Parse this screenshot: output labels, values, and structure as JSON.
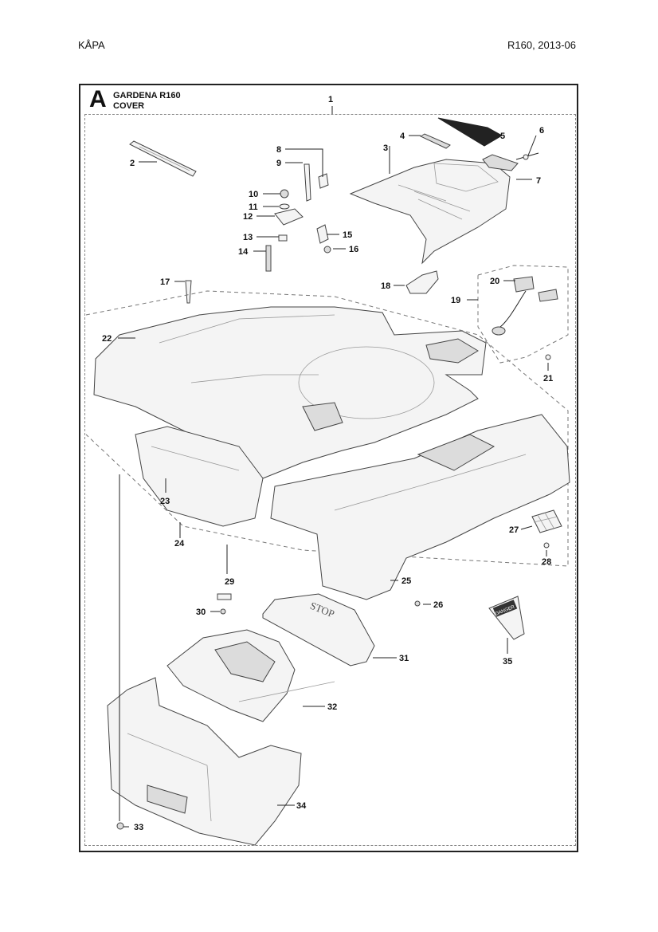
{
  "header": {
    "left": "KÅPA",
    "right": "R160, 2013-06"
  },
  "section": {
    "letter": "A",
    "model": "GARDENA R160",
    "name": "COVER"
  },
  "callouts": [
    {
      "id": "c1",
      "label": "1"
    },
    {
      "id": "c2",
      "label": "2"
    },
    {
      "id": "c3",
      "label": "3"
    },
    {
      "id": "c4",
      "label": "4"
    },
    {
      "id": "c5",
      "label": "5"
    },
    {
      "id": "c6",
      "label": "6"
    },
    {
      "id": "c7",
      "label": "7"
    },
    {
      "id": "c8",
      "label": "8"
    },
    {
      "id": "c9",
      "label": "9"
    },
    {
      "id": "c10",
      "label": "10"
    },
    {
      "id": "c11",
      "label": "11"
    },
    {
      "id": "c12",
      "label": "12"
    },
    {
      "id": "c13",
      "label": "13"
    },
    {
      "id": "c14",
      "label": "14"
    },
    {
      "id": "c15",
      "label": "15"
    },
    {
      "id": "c16",
      "label": "16"
    },
    {
      "id": "c17",
      "label": "17"
    },
    {
      "id": "c18",
      "label": "18"
    },
    {
      "id": "c19",
      "label": "19"
    },
    {
      "id": "c20",
      "label": "20"
    },
    {
      "id": "c21",
      "label": "21"
    },
    {
      "id": "c22",
      "label": "22"
    },
    {
      "id": "c23",
      "label": "23"
    },
    {
      "id": "c24",
      "label": "24"
    },
    {
      "id": "c25",
      "label": "25"
    },
    {
      "id": "c26",
      "label": "26"
    },
    {
      "id": "c27",
      "label": "27"
    },
    {
      "id": "c28",
      "label": "28"
    },
    {
      "id": "c29",
      "label": "29"
    },
    {
      "id": "c30",
      "label": "30"
    },
    {
      "id": "c31",
      "label": "31"
    },
    {
      "id": "c32",
      "label": "32"
    },
    {
      "id": "c33",
      "label": "33"
    },
    {
      "id": "c34",
      "label": "34"
    },
    {
      "id": "c35",
      "label": "35"
    }
  ],
  "part_markings": {
    "stop_text": "STOP",
    "danger_text": "DANGER"
  }
}
